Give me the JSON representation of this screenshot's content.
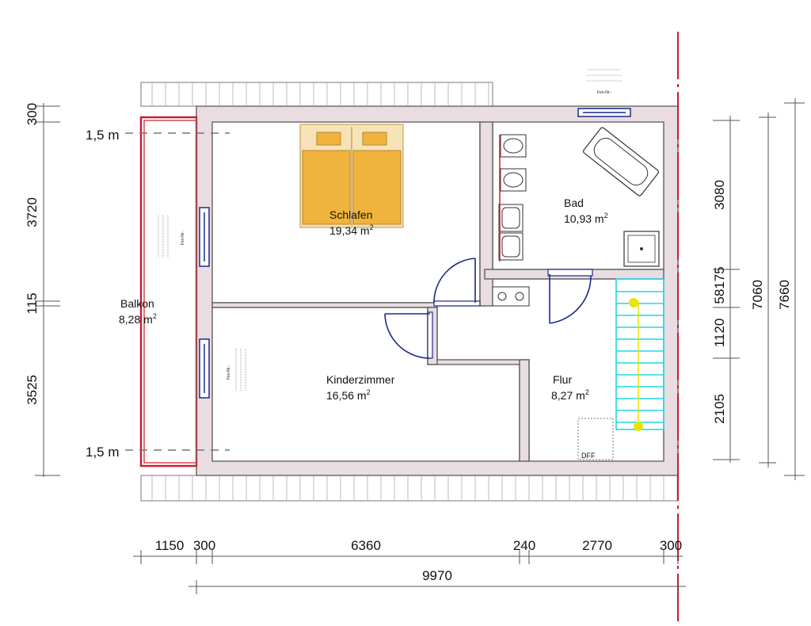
{
  "rooms": {
    "schlafen": {
      "name": "Schlafen",
      "area": "19,34 m",
      "unit_sup": "2"
    },
    "bad": {
      "name": "Bad",
      "area": "10,93 m",
      "unit_sup": "2"
    },
    "balkon": {
      "name": "Balkon",
      "area": "8,28 m",
      "unit_sup": "2"
    },
    "kinderzimmer": {
      "name": "Kinderzimmer",
      "area": "16,56 m",
      "unit_sup": "2"
    },
    "flur": {
      "name": "Flur",
      "area": "8,27 m",
      "unit_sup": "2"
    }
  },
  "height_marks": {
    "top": "1,5 m",
    "bottom": "1,5 m"
  },
  "labels": {
    "dff": "DFF",
    "window_tag": "Fen-Nr.:"
  },
  "dimensions": {
    "left": [
      "300",
      "3720",
      "115",
      "3525"
    ],
    "right": [
      "3080",
      "58175",
      "1120",
      "2105",
      "7060",
      "7660"
    ],
    "bottom": [
      "1150",
      "300",
      "6360",
      "240",
      "2770",
      "300"
    ],
    "total": "9970"
  },
  "colors": {
    "wall": "#e9dde2",
    "balcony": "#d0182a",
    "door": "#1b2a8a",
    "stairs": "#22d6ea",
    "bed": "#f0b43c"
  }
}
